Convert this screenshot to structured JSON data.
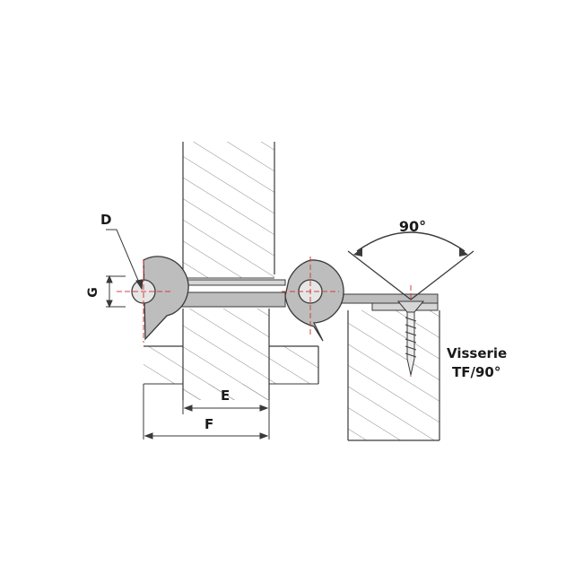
{
  "labels": {
    "d": "D",
    "g": "G",
    "e": "E",
    "f": "F",
    "angle": "90°",
    "screws_line1": "Visserie",
    "screws_line2": "TF/90°"
  },
  "colors": {
    "outline": "#3a3a3a",
    "hatch": "#7a7a7a",
    "hinge_fill": "#bdbdbd",
    "hinge_dark": "#9a9a9a",
    "axis": "#d0443c",
    "background": "#ffffff"
  }
}
